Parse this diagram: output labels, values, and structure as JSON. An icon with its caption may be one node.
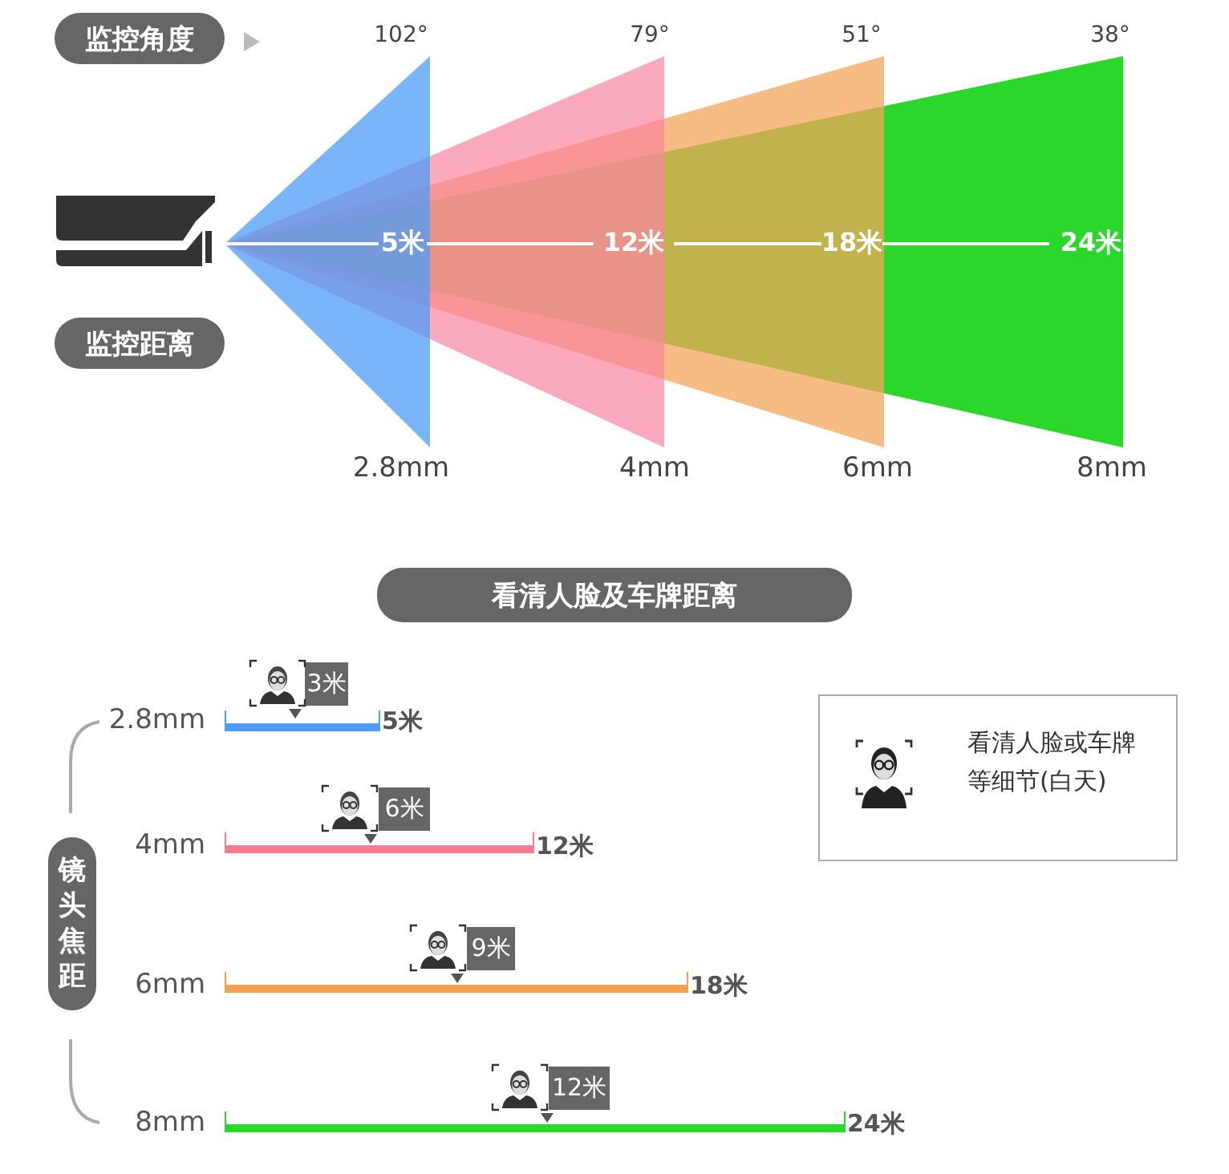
{
  "diagram": {
    "nodes": [
      {
        "text": [
          "监控角度"
        ]
      },
      {
        "text": [
          "监控距离"
        ]
      },
      {
        "text": [
          "看清人脸及车牌距离"
        ]
      },
      {
        "text": [
          "3米"
        ]
      },
      {
        "text": [
          "看清人脸或车牌等细节(白天)"
        ]
      },
      {
        "text": [
          "6米"
        ]
      },
      {
        "text": [
          "镜头焦距"
        ]
      },
      {
        "text": [
          "9米"
        ]
      },
      {
        "text": [
          "12米"
        ]
      }
    ],
    "edges": [],
    "labels": [
      "102°",
      "79°",
      "51°",
      "38°",
      "5米",
      "12米",
      "18米",
      "24米",
      "2.8mm",
      "4mm",
      "6mm",
      "8mm",
      "2.8mm",
      "5米",
      "4mm",
      "12米",
      "6mm",
      "18米",
      "8mm",
      "24米"
    ]
  }
}
